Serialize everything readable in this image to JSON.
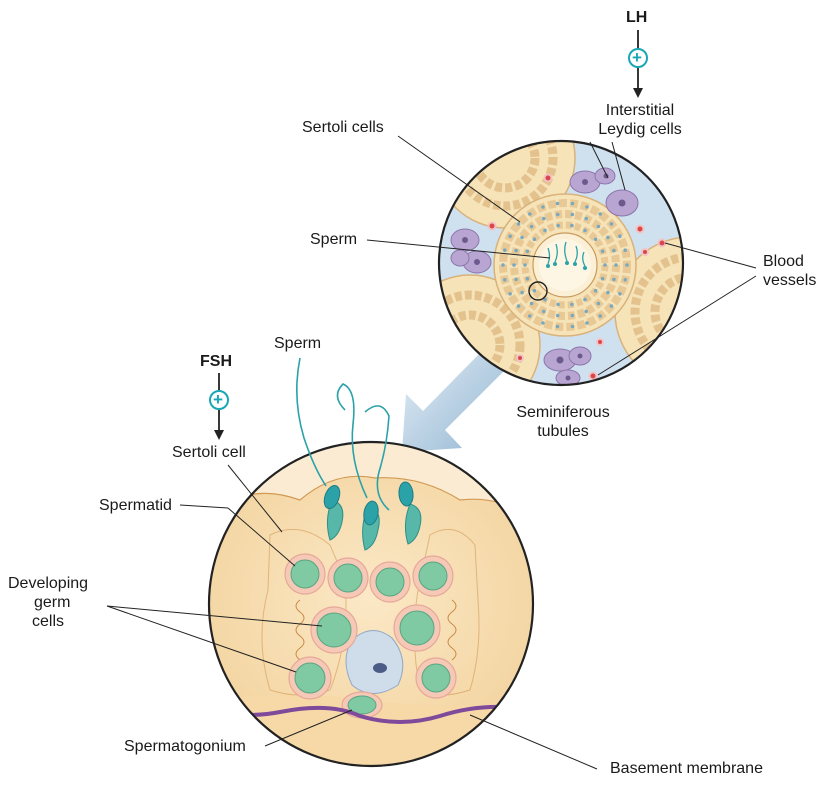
{
  "hormones": {
    "lh": "LH",
    "fsh": "FSH",
    "plus": "+"
  },
  "labels": {
    "sertoli_cells": "Sertoli cells",
    "interstitial_line1": "Interstitial",
    "interstitial_line2": "Leydig cells",
    "sperm_top": "Sperm",
    "blood_line1": "Blood",
    "blood_line2": "vessels",
    "seminiferous_line1": "Seminiferous",
    "seminiferous_line2": "tubules",
    "sperm_bottom": "Sperm",
    "sertoli_cell": "Sertoli cell",
    "spermatid": "Spermatid",
    "germ_line1": "Developing",
    "germ_line2": "germ",
    "germ_line3": "cells",
    "spermatogonium": "Spermatogonium",
    "basement_membrane": "Basement membrane"
  },
  "colors": {
    "interstitial_bg": "#cfe0ef",
    "tubule_fill": "#f6e3b8",
    "tubule_cell_stroke": "#d9b27a",
    "leydig": "#b9a5d2",
    "blood": "#d9474b",
    "sertoli": "#f3cf8e",
    "germ_nucleus": "#7fc9a3",
    "germ_cell": "#f6c9b7",
    "sperm": "#2aa2a8",
    "basement": "#7f4a9a",
    "plus_circle": "#19a7b5",
    "arrow": "#8fb4cf"
  }
}
